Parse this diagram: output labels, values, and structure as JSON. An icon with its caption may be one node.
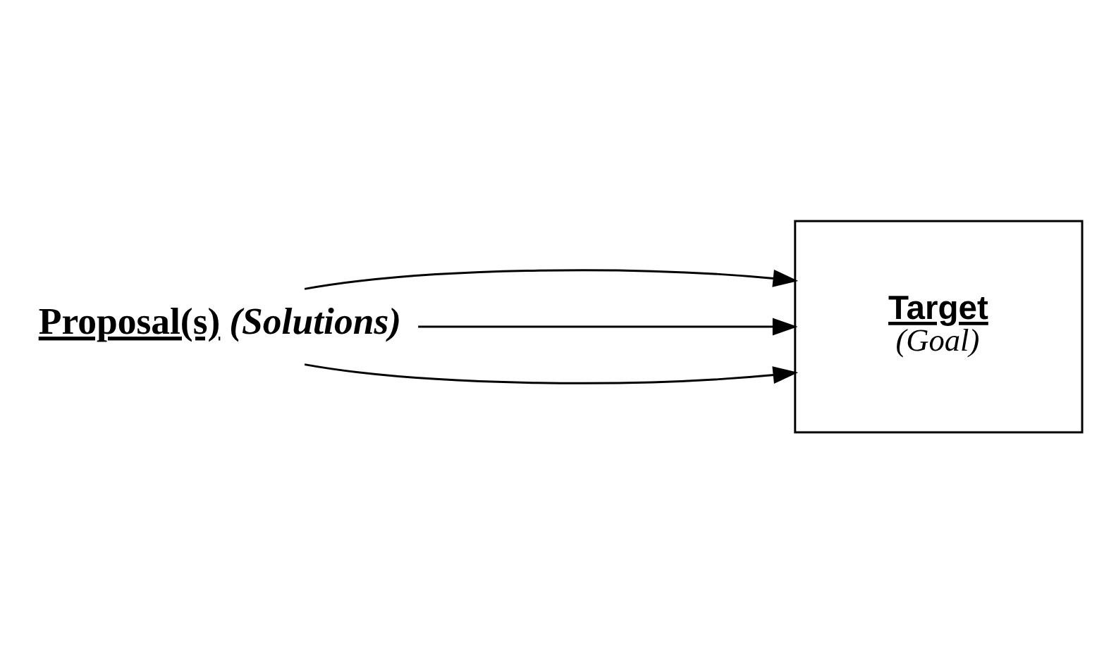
{
  "diagram": {
    "nodes": [
      {
        "text": [
          "Target",
          "(Goal)"
        ]
      },
      {
        "text": [
          "Proposal(s)",
          "(Solutions)"
        ]
      }
    ],
    "edges": [
      {
        "from": 1,
        "to": 0,
        "arrow": "to"
      },
      {
        "from": 1,
        "to": 0,
        "arrow": "to"
      },
      {
        "from": 1,
        "to": 0,
        "arrow": "to"
      }
    ]
  }
}
